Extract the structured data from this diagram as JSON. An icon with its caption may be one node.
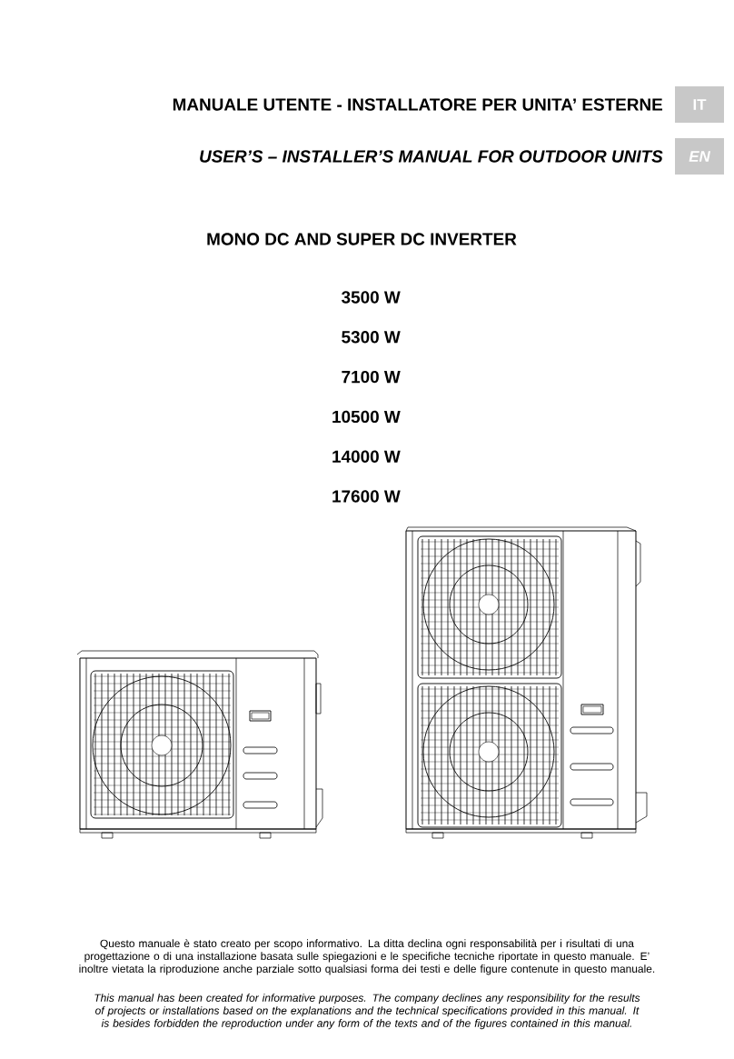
{
  "diagram": {
    "title": "MANUALE UTENTE - INSTALLATORE PER UNITA’ ESTERNE",
    "nodes": [
      {
        "text": [
          "IT"
        ]
      },
      {
        "text": [
          "EN"
        ]
      }
    ],
    "labels": [
      "USER’S – INSTALLER’S MANUAL FOR OUTDOOR UNITS",
      "MONO DC AND SUPER DC INVERTER",
      "3500 W",
      "5300 W",
      "7100 W",
      "10500 W",
      "14000 W",
      "17600 W",
      "Questo manuale è stato creato per scopo informativo. La ditta declina ogni responsabilità per i risultati di una progettazione o di una installazione basata sulle spiegazioni e le specifiche tecniche riportate in questo manuale. E’ inoltre vietata la riproduzione anche parziale sotto qualsiasi forma dei testi e delle figure contenute in questo manuale.",
      "This manual has been created for informative purposes. The company declines any responsibility for the results of projects or installations based on the explanations and the technical specifications provided in this manual. It is besides forbidden the reproduction under any form of the texts and of the figures contained in this manual."
    ]
  }
}
